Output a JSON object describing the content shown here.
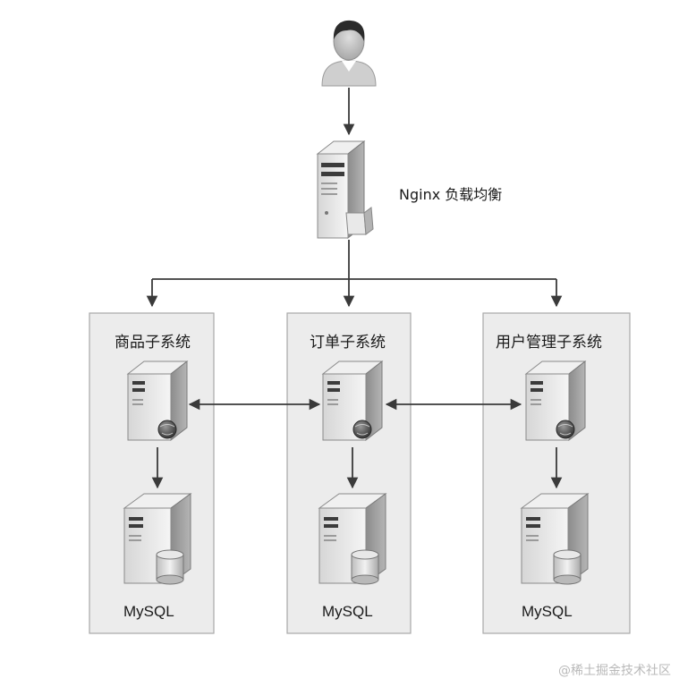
{
  "nginx": {
    "label": "Nginx 负载均衡"
  },
  "subsystems": [
    {
      "title": "商品子系统",
      "db_label": "MySQL"
    },
    {
      "title": "订单子系统",
      "db_label": "MySQL"
    },
    {
      "title": "用户管理子系统",
      "db_label": "MySQL"
    }
  ],
  "watermark": "@稀土掘金技术社区",
  "colors": {
    "panel": "#ececec",
    "panel_border": "#a8a8a8",
    "line": "#3a3a3a"
  },
  "icons": [
    "user-icon",
    "load-balancer-server-icon",
    "app-server-icon",
    "database-server-icon"
  ]
}
